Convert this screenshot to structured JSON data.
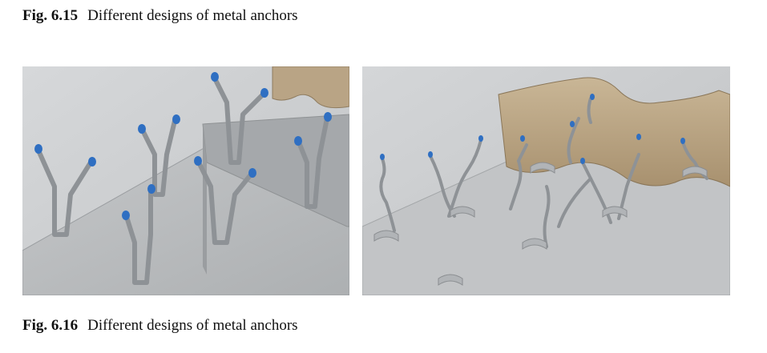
{
  "figure_top": {
    "label": "Fig. 6.15",
    "caption": "Different designs of metal anchors"
  },
  "figure_bottom": {
    "label": "Fig. 6.16",
    "caption": "Different designs of metal anchors"
  },
  "colors": {
    "background_gray": "#c9cbcd",
    "plate_gray": "#b8babc",
    "rod_gray": "#8e9296",
    "cap_blue": "#2f6fc2",
    "refractory_tan": "#b9a485"
  }
}
